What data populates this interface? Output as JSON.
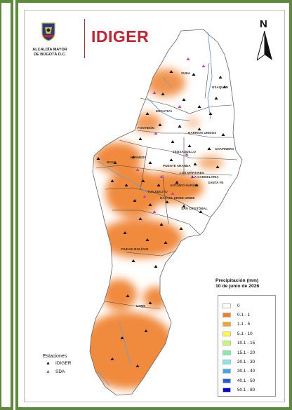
{
  "header": {
    "logo_line1": "ALCALDÍA MAYOR",
    "logo_line2": "DE BOGOTÁ D.C.",
    "brand": "IDIGER"
  },
  "north_label": "N",
  "legend": {
    "title_line1": "Precipitación (mm)",
    "title_line2": "10 de junio de 2026",
    "items": [
      {
        "label": "0",
        "color": "#ffffff"
      },
      {
        "label": "0.1 - 1",
        "color": "#f57d20"
      },
      {
        "label": "1.1 - 5",
        "color": "#f5a623"
      },
      {
        "label": "5.1 - 10",
        "color": "#ffff33"
      },
      {
        "label": "10.1 - 15",
        "color": "#bfff6a"
      },
      {
        "label": "15.1 - 20",
        "color": "#7ff0a6"
      },
      {
        "label": "20.1 - 30",
        "color": "#7fe8ef"
      },
      {
        "label": "30.1 - 40",
        "color": "#3ca6f0"
      },
      {
        "label": "40.1 - 50",
        "color": "#1e5ce0"
      },
      {
        "label": "50.1 - 80",
        "color": "#0000d8"
      }
    ]
  },
  "stations": {
    "title": "Estaciones",
    "items": [
      {
        "label": "IDIGER",
        "symbol": "▲",
        "color": "#111111"
      },
      {
        "label": "SDA",
        "symbol": "▲",
        "color": "#c040c0"
      }
    ]
  },
  "localities": [
    "SUBA",
    "USAQUÉN",
    "ENGATIVÁ",
    "BARRIOS UNIDOS",
    "CHAPINERO",
    "FONTIBÓN",
    "TEUSAQUILLO",
    "BOSA",
    "KENNEDY",
    "PUENTE ARANDA",
    "LOS MÁRTIRES",
    "SANTA FE",
    "LA CANDELARIA",
    "ANTONIO NARIÑO",
    "TUNJUELITO",
    "RAFAEL URIBE URIBE",
    "SAN CRISTÓBAL",
    "CIUDAD BOLÍVAR",
    "USME"
  ]
}
